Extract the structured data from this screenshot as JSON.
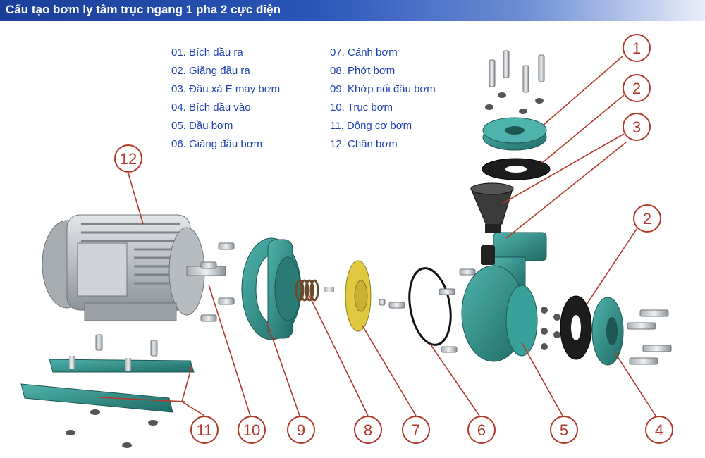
{
  "title": "Cấu tạo bơm ly tâm trục ngang 1 pha 2 cực điện",
  "colors": {
    "title_bg": "#1b3f99",
    "legend_text": "#1f3fb0",
    "callout": "#b23a2a",
    "pump_teal": "#2f8f8a",
    "motor_gray": "#c4c8cc",
    "impeller_yellow": "#e0c840"
  },
  "legend": [
    "01. Bích đầu ra",
    "02. Giăng đầu ra",
    "03. Đầu xả E máy bơm",
    "04. Bích đầu vào",
    "05. Đầu bơm",
    "06. Giăng đầu bơm",
    "07. Cánh bơm",
    "08. Phớt bơm",
    "09. Khớp nối đầu bơm",
    "10. Trục bơm",
    "11. Động cơ bơm",
    "12. Chân bơm"
  ],
  "callouts": [
    "1",
    "2",
    "3",
    "2",
    "4",
    "5",
    "6",
    "7",
    "8",
    "9",
    "10",
    "11",
    "12"
  ]
}
